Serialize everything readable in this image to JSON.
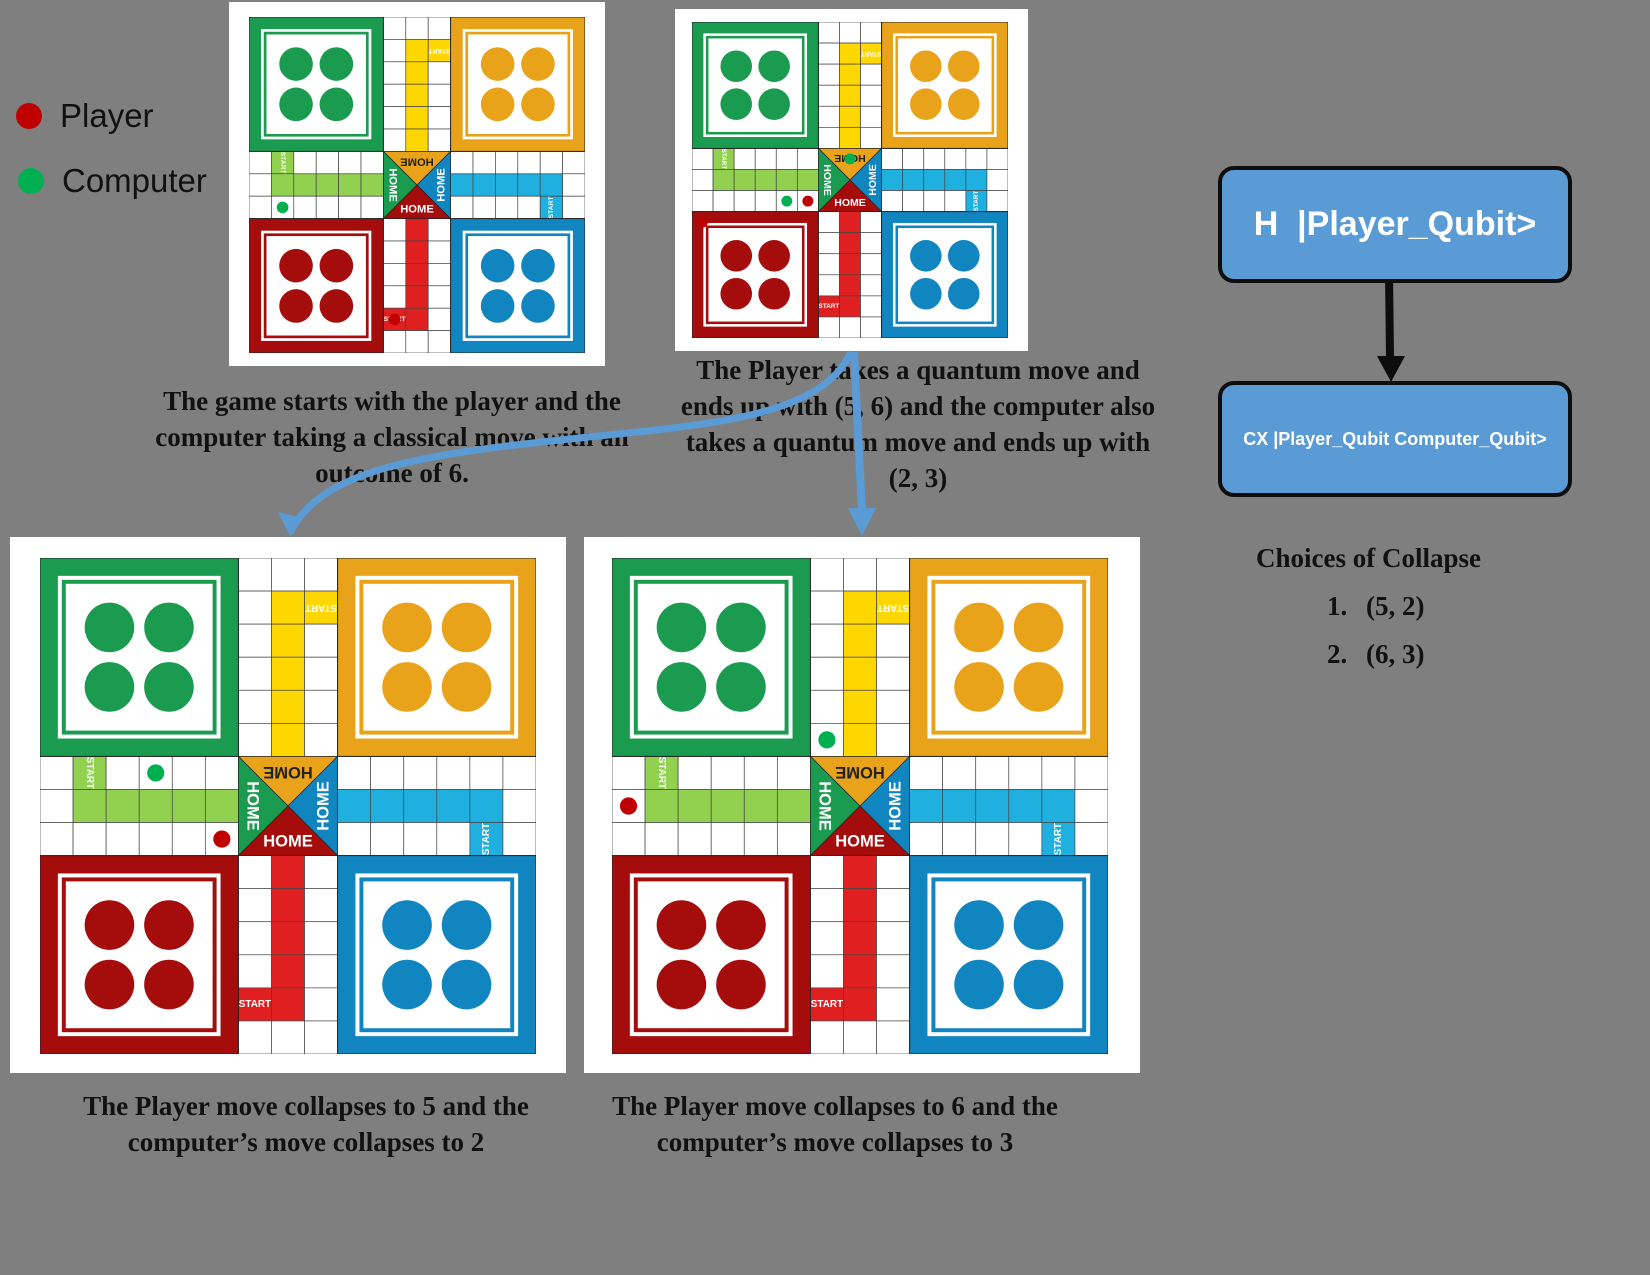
{
  "legend": [
    {
      "label": "Player",
      "color": "#c00000"
    },
    {
      "label": "Computer",
      "color": "#00b050"
    }
  ],
  "boards": [
    {
      "id": "initial",
      "tokens": [
        {
          "row": 8,
          "col": 1,
          "owner": "computer"
        },
        {
          "row": 13,
          "col": 6,
          "owner": "player"
        }
      ]
    },
    {
      "id": "quantum",
      "tokens": [
        {
          "row": 8,
          "col": 4,
          "owner": "computer"
        },
        {
          "row": 6,
          "col": 7,
          "owner": "computer"
        },
        {
          "row": 9,
          "col": 0,
          "owner": "player"
        },
        {
          "row": 8,
          "col": 5,
          "owner": "player"
        }
      ]
    },
    {
      "id": "collapse-5-2",
      "tokens": [
        {
          "row": 6,
          "col": 3,
          "owner": "computer"
        },
        {
          "row": 8,
          "col": 5,
          "owner": "player"
        }
      ]
    },
    {
      "id": "collapse-6-3",
      "tokens": [
        {
          "row": 5,
          "col": 6,
          "owner": "computer"
        },
        {
          "row": 7,
          "col": 0,
          "owner": "player"
        }
      ]
    }
  ],
  "board_labels": {
    "start": "START",
    "home": "HOME"
  },
  "colors": {
    "green": "#1a9b4f",
    "yellow": "#e9a31a",
    "red": "#a50d0d",
    "blue": "#1185c0",
    "lane_green": "#92d050",
    "lane_yellow": "#ffd700",
    "lane_red": "#e02020",
    "lane_blue": "#1fb0e0",
    "arrow": "#5b9bd5",
    "player_token": "#c00000",
    "computer_token": "#00b050"
  },
  "captions": {
    "start": "The game starts with the player and the computer taking a classical move with an outcome of 6.",
    "quantum": "The Player takes a quantum move and ends up with (5, 6) and the computer also takes a quantum move and ends up with (2, 3)",
    "collapse_a": "The Player move collapses to 5 and the computer’s move collapses to 2",
    "collapse_b": "The Player move collapses to 6 and the computer’s move collapses to 3"
  },
  "circuit": {
    "gate1": "H  |Player_Qubit>",
    "gate2": "CX |Player_Qubit Computer_Qubit>"
  },
  "choices": {
    "title": "Choices of Collapse",
    "items": [
      {
        "num": "1.",
        "text": "(5, 2)"
      },
      {
        "num": "2.",
        "text": "(6, 3)"
      }
    ]
  }
}
